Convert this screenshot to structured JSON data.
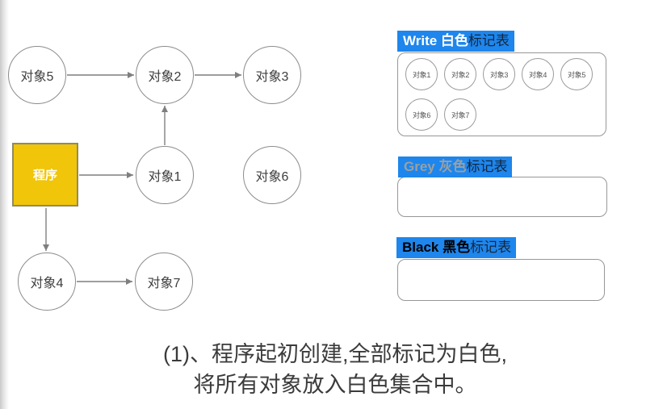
{
  "colors": {
    "accent_blue": "#1e86ec",
    "program_fill": "#f0c50a",
    "node_border": "#8c8c8c",
    "arrow_grey": "#7f7f7f",
    "grey_title_text": "#9aa0a2",
    "white_title_text": "#ffffff",
    "black_title_text": "#000000"
  },
  "graph": {
    "program": {
      "label": "程序"
    },
    "nodes": [
      {
        "id": "obj5",
        "label": "对象5"
      },
      {
        "id": "obj2",
        "label": "对象2"
      },
      {
        "id": "obj3",
        "label": "对象3"
      },
      {
        "id": "obj1",
        "label": "对象1"
      },
      {
        "id": "obj6",
        "label": "对象6"
      },
      {
        "id": "obj4",
        "label": "对象4"
      },
      {
        "id": "obj7",
        "label": "对象7"
      }
    ],
    "edges": [
      {
        "from": "对象5",
        "to": "对象2"
      },
      {
        "from": "对象2",
        "to": "对象3"
      },
      {
        "from": "对象1",
        "to": "对象2"
      },
      {
        "from": "程序",
        "to": "对象1"
      },
      {
        "from": "程序",
        "to": "对象4"
      },
      {
        "from": "对象4",
        "to": "对象7"
      }
    ]
  },
  "mark_tables": [
    {
      "key": "white",
      "title_main": "Write 白色",
      "title_suffix": "标记表",
      "items": [
        "对象1",
        "对象2",
        "对象3",
        "对象4",
        "对象5",
        "对象6",
        "对象7"
      ]
    },
    {
      "key": "grey",
      "title_main": "Grey 灰色",
      "title_suffix": "标记表",
      "items": []
    },
    {
      "key": "black",
      "title_main": "Black 黑色",
      "title_suffix": "标记表",
      "items": []
    }
  ],
  "caption": {
    "line1": "(1)、程序起初创建,全部标记为白色,",
    "line2": "将所有对象放入白色集合中。"
  }
}
